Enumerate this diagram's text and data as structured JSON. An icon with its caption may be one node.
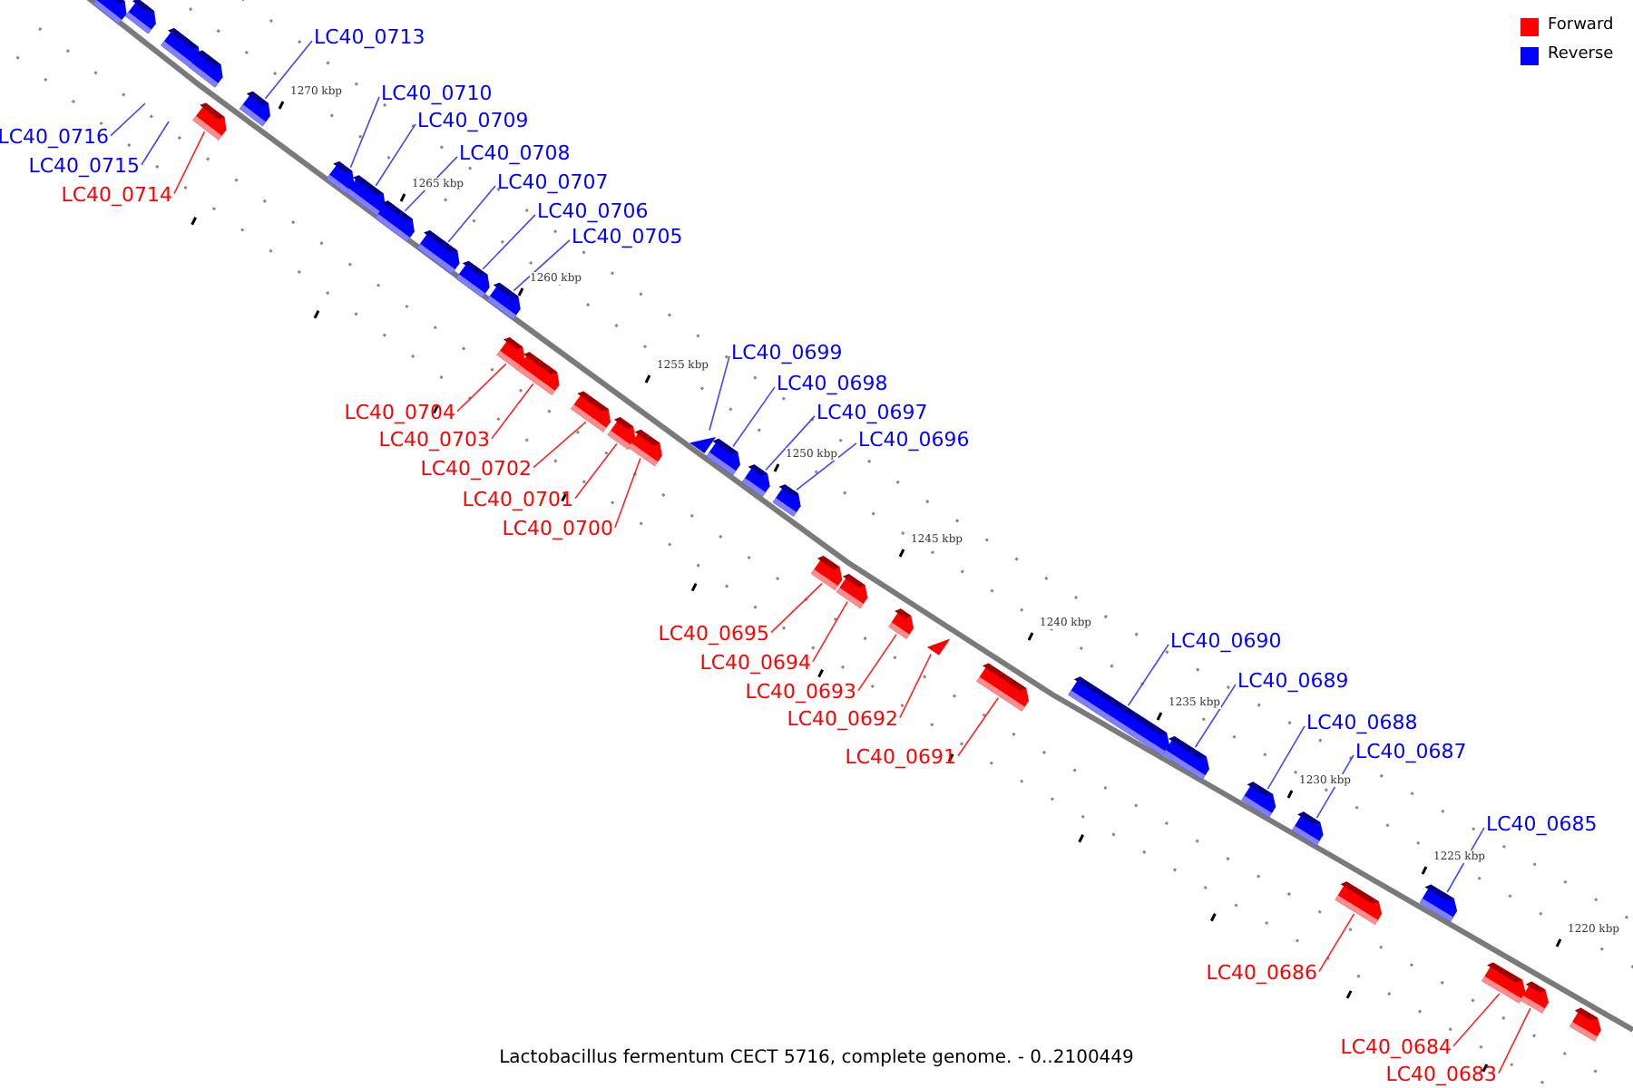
{
  "diagram": {
    "caption": "Lactobacillus fermentum CECT 5716, complete genome. - 0..2100449",
    "nodes": [
      {
        "text": [],
        "shape": "box"
      },
      {
        "text": [],
        "shape": "box"
      },
      {
        "text": [],
        "shape": "box"
      },
      {
        "text": [],
        "shape": "box"
      },
      {
        "text": [
          "LC40_0716"
        ]
      },
      {
        "text": [
          "LC40_0715"
        ]
      },
      {
        "text": [
          "LC40_0713"
        ]
      },
      {
        "text": [],
        "shape": "box"
      },
      {
        "text": [
          "LC40_0714"
        ]
      },
      {
        "text": [],
        "shape": "box"
      },
      {
        "text": [
          "LC40_0710"
        ]
      },
      {
        "text": [],
        "shape": "box"
      },
      {
        "text": [
          "LC40_0709"
        ]
      },
      {
        "text": [],
        "shape": "box"
      },
      {
        "text": [
          "LC40_0708"
        ]
      },
      {
        "text": [],
        "shape": "box"
      },
      {
        "text": [
          "LC40_0707"
        ]
      },
      {
        "text": [],
        "shape": "box"
      },
      {
        "text": [
          "LC40_0706"
        ]
      },
      {
        "text": [],
        "shape": "box"
      },
      {
        "text": [
          "LC40_0705"
        ]
      },
      {
        "text": [],
        "shape": "box"
      },
      {
        "text": [
          "LC40_0704"
        ]
      },
      {
        "text": [],
        "shape": "box"
      },
      {
        "text": [
          "LC40_0703"
        ]
      },
      {
        "text": [],
        "shape": "box"
      },
      {
        "text": [
          "LC40_0702"
        ]
      },
      {
        "text": [],
        "shape": "box"
      },
      {
        "text": [
          "LC40_0701"
        ]
      },
      {
        "text": [],
        "shape": "box"
      },
      {
        "text": [
          "LC40_0700"
        ]
      },
      {
        "text": [],
        "shape": "box"
      },
      {
        "text": [
          "LC40_0699"
        ]
      },
      {
        "text": [],
        "shape": "triangle"
      },
      {
        "text": [
          "LC40_0698"
        ]
      },
      {
        "text": [],
        "shape": "box"
      },
      {
        "text": [
          "LC40_0697"
        ]
      },
      {
        "text": [],
        "shape": "box"
      },
      {
        "text": [
          "LC40_0696"
        ]
      },
      {
        "text": [],
        "shape": "box"
      },
      {
        "text": [
          "LC40_0695"
        ]
      },
      {
        "text": [],
        "shape": "box"
      },
      {
        "text": [
          "LC40_0694"
        ]
      },
      {
        "text": [],
        "shape": "box"
      },
      {
        "text": [
          "LC40_0693"
        ]
      },
      {
        "text": [],
        "shape": "box"
      },
      {
        "text": [
          "LC40_0692"
        ]
      },
      {
        "text": [],
        "shape": "triangle"
      },
      {
        "text": [
          "LC40_0691"
        ]
      },
      {
        "text": [],
        "shape": "box"
      },
      {
        "text": [
          "LC40_0690"
        ]
      },
      {
        "text": [],
        "shape": "box"
      },
      {
        "text": [
          "LC40_0689"
        ]
      },
      {
        "text": [],
        "shape": "box"
      },
      {
        "text": [
          "LC40_0688"
        ]
      },
      {
        "text": [],
        "shape": "box"
      },
      {
        "text": [
          "LC40_0687"
        ]
      },
      {
        "text": [],
        "shape": "box"
      },
      {
        "text": [
          "LC40_0686"
        ]
      },
      {
        "text": [],
        "shape": "box"
      },
      {
        "text": [
          "LC40_0685"
        ]
      },
      {
        "text": [],
        "shape": "box"
      },
      {
        "text": [
          "LC40_0684"
        ]
      },
      {
        "text": [],
        "shape": "box"
      },
      {
        "text": [
          "LC40_0683"
        ]
      },
      {
        "text": [],
        "shape": "box"
      },
      {
        "text": [],
        "shape": "box"
      }
    ],
    "edges": [
      {
        "from": 4,
        "to": null,
        "arrow": "none"
      },
      {
        "from": 5,
        "to": null,
        "arrow": "none"
      },
      {
        "from": 6,
        "to": 7,
        "arrow": "none"
      },
      {
        "from": 8,
        "to": 9,
        "arrow": "none",
        "color": "#ff2222"
      },
      {
        "from": 10,
        "to": 11,
        "arrow": "none"
      },
      {
        "from": 12,
        "to": 13,
        "arrow": "none"
      },
      {
        "from": 14,
        "to": 15,
        "arrow": "none"
      },
      {
        "from": 16,
        "to": 17,
        "arrow": "none"
      },
      {
        "from": 18,
        "to": 19,
        "arrow": "none"
      },
      {
        "from": 20,
        "to": 21,
        "arrow": "none"
      },
      {
        "from": 22,
        "to": 23,
        "arrow": "none",
        "color": "#ff2222"
      },
      {
        "from": 24,
        "to": 25,
        "arrow": "none",
        "color": "#ff2222"
      },
      {
        "from": 26,
        "to": 27,
        "arrow": "none",
        "color": "#ff2222"
      },
      {
        "from": 28,
        "to": 29,
        "arrow": "none",
        "color": "#ff2222"
      },
      {
        "from": 30,
        "to": 31,
        "arrow": "none",
        "color": "#ff2222"
      },
      {
        "from": 32,
        "to": 33,
        "arrow": "none"
      },
      {
        "from": 34,
        "to": 35,
        "arrow": "none"
      },
      {
        "from": 36,
        "to": 37,
        "arrow": "none"
      },
      {
        "from": 38,
        "to": 39,
        "arrow": "none"
      },
      {
        "from": 40,
        "to": 41,
        "arrow": "none",
        "color": "#ff2222"
      },
      {
        "from": 42,
        "to": 43,
        "arrow": "none",
        "color": "#ff2222"
      },
      {
        "from": 44,
        "to": 45,
        "arrow": "none",
        "color": "#ff2222"
      },
      {
        "from": 46,
        "to": 47,
        "arrow": "none",
        "color": "#ff2222"
      },
      {
        "from": 48,
        "to": 49,
        "arrow": "none",
        "color": "#ff2222"
      },
      {
        "from": 50,
        "to": 51,
        "arrow": "none"
      },
      {
        "from": 52,
        "to": 53,
        "arrow": "none"
      },
      {
        "from": 54,
        "to": 55,
        "arrow": "none"
      },
      {
        "from": 56,
        "to": 57,
        "arrow": "none"
      },
      {
        "from": 58,
        "to": 59,
        "arrow": "none",
        "color": "#ff2222"
      },
      {
        "from": 60,
        "to": 61,
        "arrow": "none"
      },
      {
        "from": 62,
        "to": 63,
        "arrow": "none",
        "color": "#ff2222"
      },
      {
        "from": 64,
        "to": 65,
        "arrow": "none",
        "color": "#ff2222"
      }
    ],
    "labels": [
      "1270 kbp",
      "1265 kbp",
      "1260 kbp",
      "1255 kbp",
      "1250 kbp",
      "1245 kbp",
      "1240 kbp",
      "1235 kbp",
      "1230 kbp",
      "1225 kbp",
      "1220 kbp"
    ],
    "legend": [
      {
        "text": "Forward",
        "color": "#ff0000"
      },
      {
        "text": "Reverse",
        "color": "#0000ff"
      }
    ]
  }
}
